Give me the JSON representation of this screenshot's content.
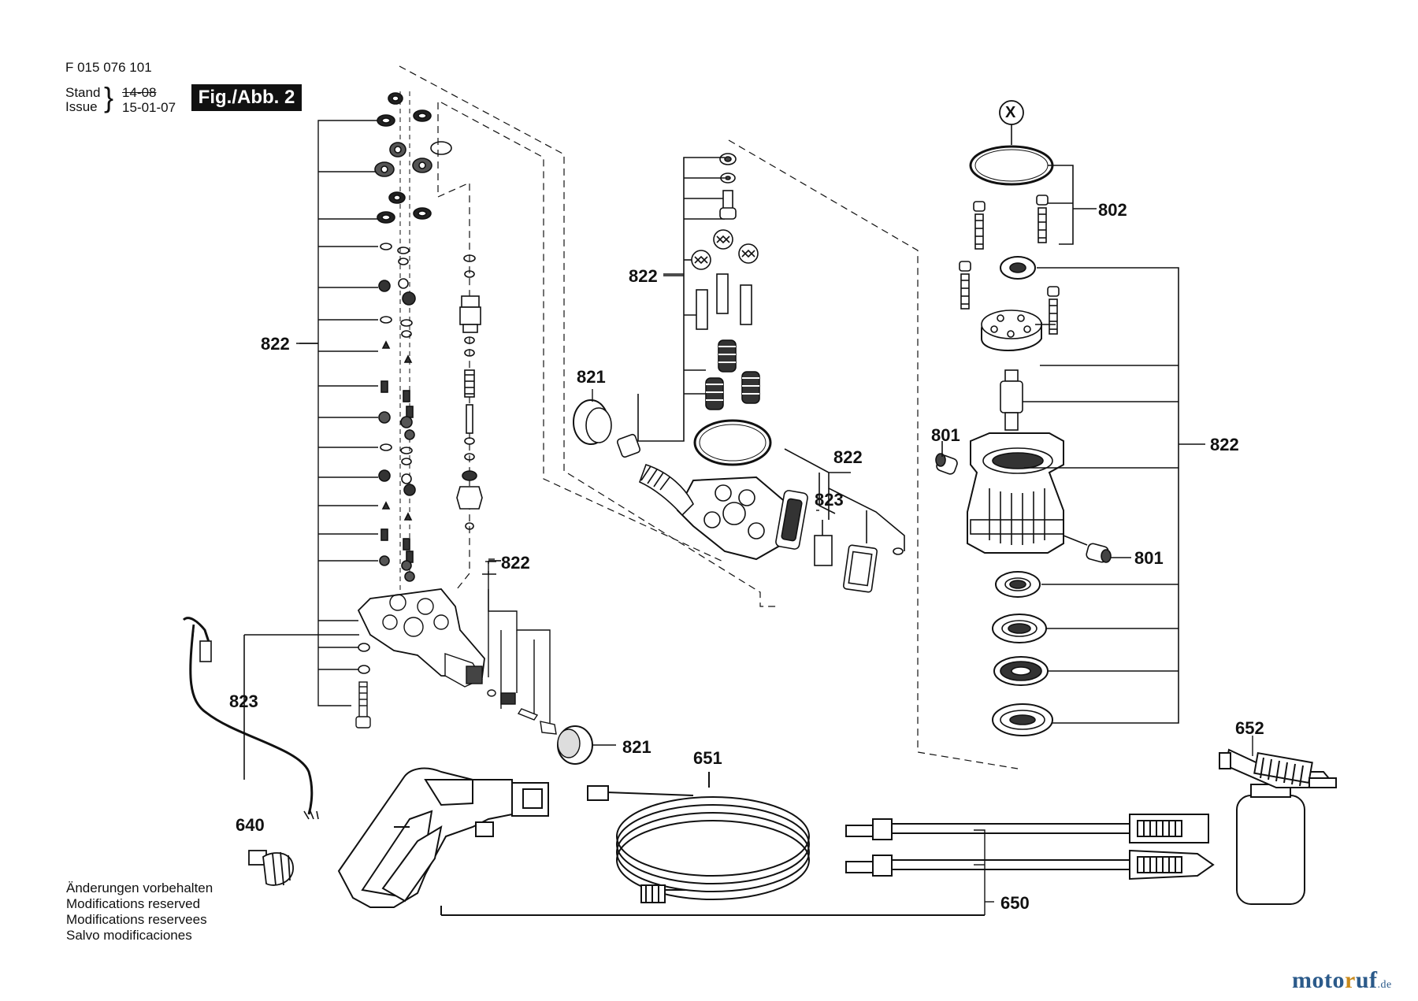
{
  "header": {
    "doc_number": "F 015 076 101",
    "stand_label": "Stand",
    "issue_label": "Issue",
    "stand_old": "14-08",
    "issue_date": "15-01-07",
    "figure_label": "Fig./Abb. 2"
  },
  "callouts": {
    "c822_left": "822",
    "c823_left": "823",
    "c822_mid_left": "822",
    "c821_mid": "821",
    "c822_center_top": "822",
    "c821_center": "821",
    "c822_center_right": "822",
    "c823_center": "823",
    "c802": "802",
    "c801_top": "801",
    "c801_bottom": "801",
    "c822_right": "822",
    "c640": "640",
    "c651": "651",
    "c650": "650",
    "c652": "652",
    "marker_x": "X"
  },
  "notes": {
    "line1": "Änderungen vorbehalten",
    "line2": "Modifications reserved",
    "line3": "Modifications reservees",
    "line4": "Salvo modificaciones"
  },
  "watermark": {
    "part1": "moto",
    "part2": "r",
    "part3": "uf",
    "part4": ".de"
  },
  "colors": {
    "ink": "#111111",
    "brand_blue": "#2b5a8a",
    "brand_orange": "#c98a1b"
  }
}
